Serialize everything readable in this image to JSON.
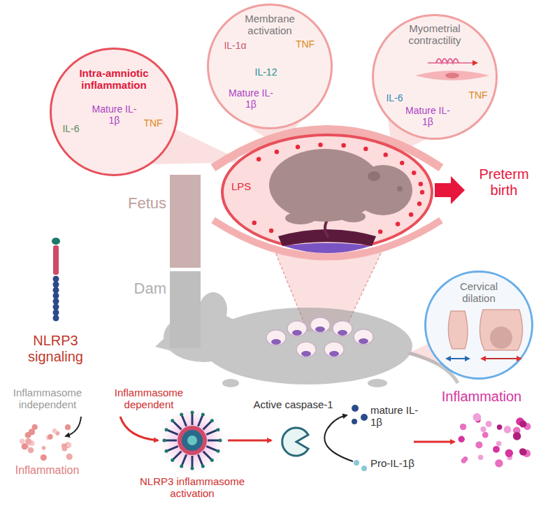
{
  "diagram": {
    "nodes": [
      {
        "text": [
          "Intra-amniotic inflammation",
          "IL-6",
          "Mature IL-1β",
          "TNF"
        ]
      },
      {
        "text": [
          "Membrane activation",
          "IL-1α",
          "TNF",
          "IL-12",
          "Mature IL-1β"
        ]
      },
      {
        "text": [
          "Myometrial contractility",
          "IL-6",
          "TNF",
          "Mature IL-1β"
        ]
      },
      {
        "text": [
          "Fetus"
        ]
      },
      {
        "text": [
          "Dam"
        ]
      },
      {
        "text": [
          "Cervical dilation"
        ]
      }
    ],
    "labels": [
      "LPS",
      "Preterm birth",
      "NLRP3 signaling",
      "Inflammasome independent",
      "Inflammasome dependent",
      "Inflammation",
      "NLRP3 inflammasome activation",
      "Active caspase-1",
      "mature IL-1β",
      "Pro-IL-1β",
      "Inflammation"
    ]
  }
}
